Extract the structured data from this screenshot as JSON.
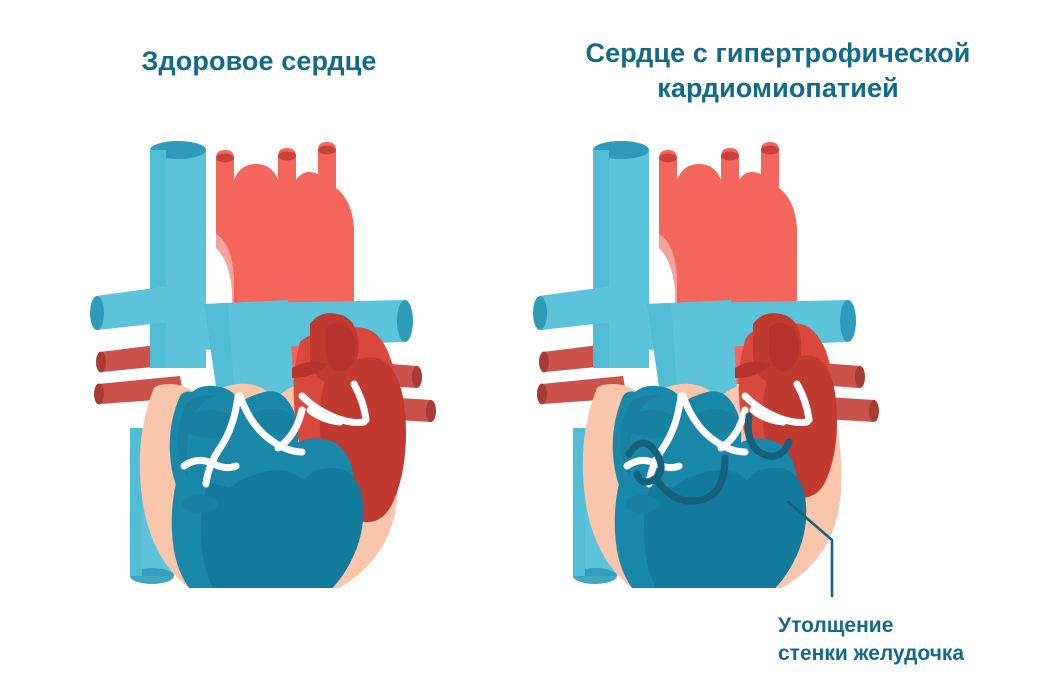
{
  "figure": {
    "kind": "medical-illustration",
    "subject": "heart-cross-section-comparison",
    "background_color": "#ffffff"
  },
  "panels": [
    {
      "id": "healthy",
      "title": "Здоровое сердце",
      "title_lines": [
        "Здоровое сердце"
      ]
    },
    {
      "id": "hcm",
      "title": "Сердце с гипертрофической кардиомиопатией",
      "title_lines": [
        "Сердце с гипертрофической",
        "кардиомиопатией"
      ]
    }
  ],
  "annotation": {
    "label": "Утолщение стенки желудочка",
    "lines": [
      "Утолщение",
      "стенки желудочка"
    ],
    "leader_color": "#15637f"
  },
  "palette": {
    "title_text": "#136a86",
    "annotation_text": "#136a86",
    "myocardium_wall": "#f9c5ab",
    "myocardium_wall_shade": "#f4b79a",
    "chamber_blue": "#1887a8",
    "chamber_blue_dark": "#127a9b",
    "chamber_blue_shade": "#17809f",
    "vessel_blue_light": "#5bc4da",
    "vessel_blue_mid": "#51bdd4",
    "vessel_blue_cap": "#2e9cb8",
    "artery_red": "#f4655c",
    "artery_red_dark": "#c9433c",
    "ventricle_red": "#d9483c",
    "ventricle_red_dark": "#c03a30",
    "ventricle_red_deep": "#b8332b",
    "vessel_red": "#c9534a",
    "vessel_red_cap": "#a83c35",
    "valve_white": "#ffffff",
    "valve_teal_dark": "#15607a"
  }
}
